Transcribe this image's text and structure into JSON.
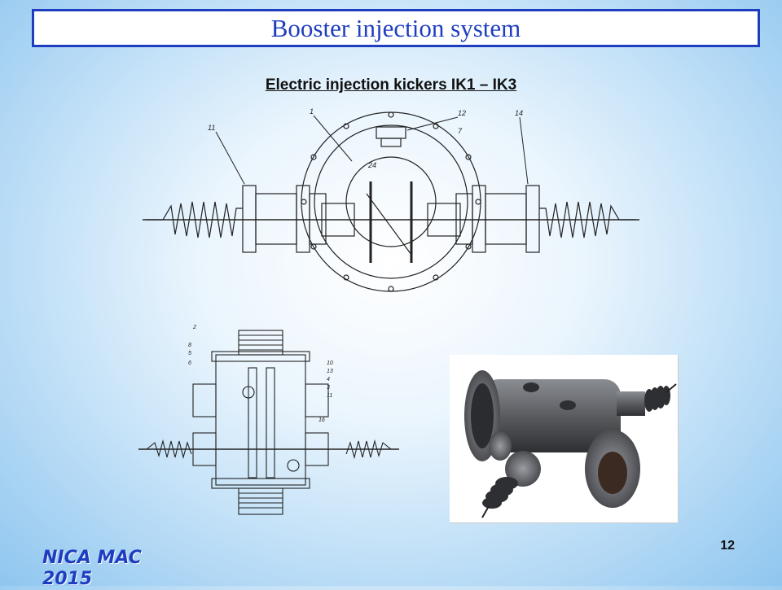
{
  "slide": {
    "title": "Booster injection system",
    "subtitle": "Electric injection kickers IK1 – IK3",
    "page_number": "12",
    "footer_logo": "NICA MAC 2015"
  },
  "drawing_labels": {
    "top": [
      "11",
      "1",
      "12",
      "7",
      "14",
      "24"
    ],
    "side": [
      "2",
      "8",
      "5",
      "6",
      "10",
      "13",
      "4",
      "3",
      "11",
      "16"
    ]
  },
  "colors": {
    "title_border": "#1f3ebf",
    "title_text": "#1f3ebf",
    "render_metal": "#5a5c60",
    "line_art": "#222222"
  }
}
